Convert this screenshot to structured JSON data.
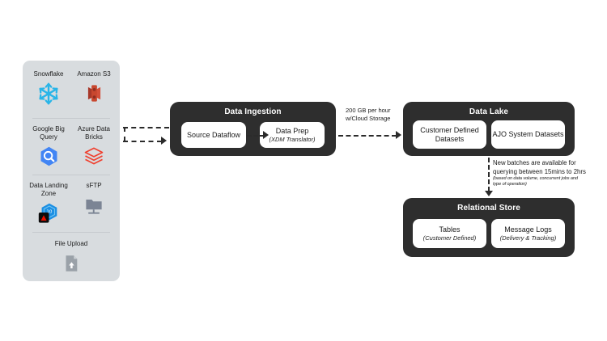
{
  "sources": {
    "panel_name": "data-sources-panel",
    "rows": [
      [
        {
          "label": "Snowflake",
          "icon": "snowflake-icon"
        },
        {
          "label": "Amazon S3",
          "icon": "amazon-s3-icon"
        }
      ],
      [
        {
          "label": "Google Big Query",
          "icon": "google-bigquery-icon"
        },
        {
          "label": "Azure Data Bricks",
          "icon": "azure-databricks-icon"
        }
      ],
      [
        {
          "label": "Data Landing Zone",
          "icon": "adobe-data-landing-zone-icon"
        },
        {
          "label": "sFTP",
          "icon": "sftp-server-icon"
        }
      ],
      [
        {
          "label": "File Upload",
          "icon": "file-upload-icon"
        }
      ]
    ]
  },
  "ingestion": {
    "title": "Data Ingestion",
    "source_dataflow": {
      "title": "Source Dataflow"
    },
    "data_prep": {
      "title": "Data Prep",
      "subtitle": "(XDM Translator)"
    }
  },
  "data_lake": {
    "title": "Data Lake",
    "customer_datasets": {
      "title": "Customer Defined Datasets"
    },
    "ajo_datasets": {
      "title": "AJO System Datasets"
    }
  },
  "relational_store": {
    "title": "Relational Store",
    "tables": {
      "title": "Tables",
      "subtitle": "(Customer Defined)"
    },
    "message_logs": {
      "title": "Message Logs",
      "subtitle": "(Delivery & Tracking)"
    }
  },
  "annotations": {
    "throughput_line1": "200 GB per hour",
    "throughput_line2": "w/Cloud Storage",
    "batches_line1": "New batches are available for",
    "batches_line2": "querying between 15mins to 2hrs",
    "batches_fine1": "(based on data volume, concurrent jobs and",
    "batches_fine2": "type of operation)"
  },
  "colors": {
    "box_dark": "#2e2e2e",
    "panel_bg": "#d8dcdf",
    "snowflake": "#29b5e8",
    "amazon_s3": "#c8472f",
    "bigquery": "#4285f4",
    "databricks": "#f0402f",
    "azure": "#1b8fe3",
    "adobe": "#eb1000",
    "sftp": "#7b8494",
    "file_upload": "#9aa1a8"
  }
}
